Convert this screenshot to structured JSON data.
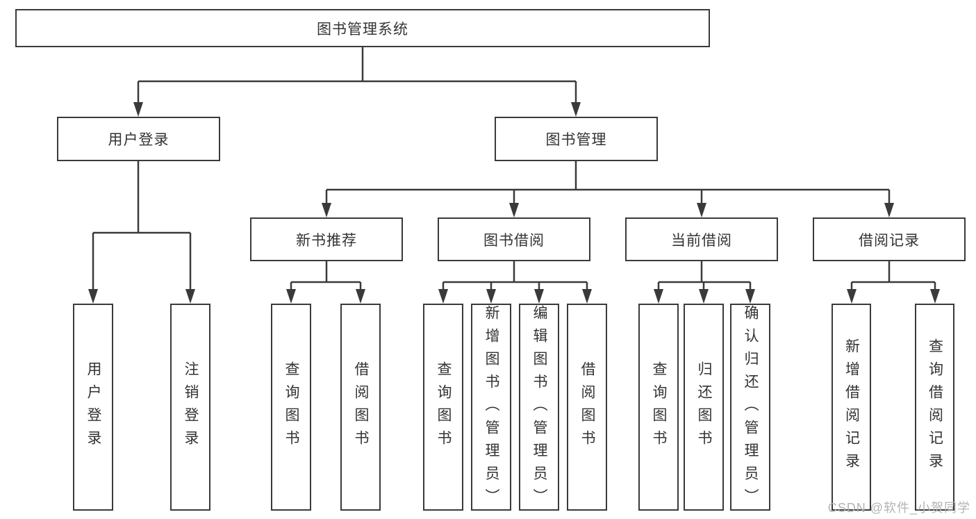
{
  "diagram_type": "hierarchy-tree",
  "colors": {
    "line": "#3a3a3c",
    "box_border": "#3a3a3c",
    "box_fill": "#ffffff",
    "text": "#333333",
    "watermark": "#b3b3b3",
    "background": "#ffffff"
  },
  "tree": {
    "root": {
      "label": "图书管理系统",
      "children": [
        {
          "label": "用户登录",
          "children": [
            {
              "label": "用户登录"
            },
            {
              "label": "注销登录"
            }
          ]
        },
        {
          "label": "图书管理",
          "children": [
            {
              "label": "新书推荐",
              "children": [
                {
                  "label": "查询图书"
                },
                {
                  "label": "借阅图书"
                }
              ]
            },
            {
              "label": "图书借阅",
              "children": [
                {
                  "label": "查询图书"
                },
                {
                  "label": "新增图书（管理员）"
                },
                {
                  "label": "编辑图书（管理员）"
                },
                {
                  "label": "借阅图书"
                }
              ]
            },
            {
              "label": "当前借阅",
              "children": [
                {
                  "label": "查询图书"
                },
                {
                  "label": "归还图书"
                },
                {
                  "label": "确认归还（管理员）"
                }
              ]
            },
            {
              "label": "借阅记录",
              "children": [
                {
                  "label": "新增借阅记录"
                },
                {
                  "label": "查询借阅记录"
                }
              ]
            }
          ]
        }
      ]
    }
  },
  "watermark": {
    "text": "CSDN @软件_小贺同学"
  }
}
